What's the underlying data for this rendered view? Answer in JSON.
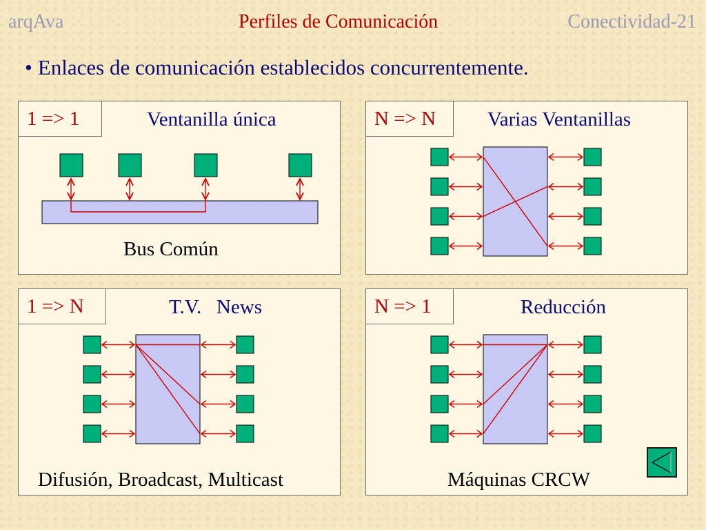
{
  "header": {
    "left": "arqAva",
    "center": "Perfiles de Comunicación",
    "right": "Conectividad-21"
  },
  "bullet": {
    "symbol": "•",
    "text": "Enlaces de comunicación establecidos concurrentemente."
  },
  "panels": {
    "one_to_one": {
      "tag": "1 => 1",
      "title": "Ventanilla única",
      "footer": "Bus Común"
    },
    "n_to_n": {
      "tag": "N => N",
      "title": "Varias Ventanillas"
    },
    "one_to_n": {
      "tag": "1 => N",
      "title": "T.V.   News",
      "footer": "Difusión, Broadcast, Multicast"
    },
    "n_to_one": {
      "tag": "N => 1",
      "title": "Reducción",
      "footer": "Máquinas CRCW"
    }
  },
  "colors": {
    "background": "#f6e8c2",
    "header_gray": "#9a9ab4",
    "title_red": "#b50000",
    "text_navy": "#0a0a78",
    "node_green": "#00b07a",
    "switch_lavender": "#c8c8f4",
    "link_red": "#d00000"
  },
  "icons": {
    "back_button": "triangle-left-icon"
  }
}
